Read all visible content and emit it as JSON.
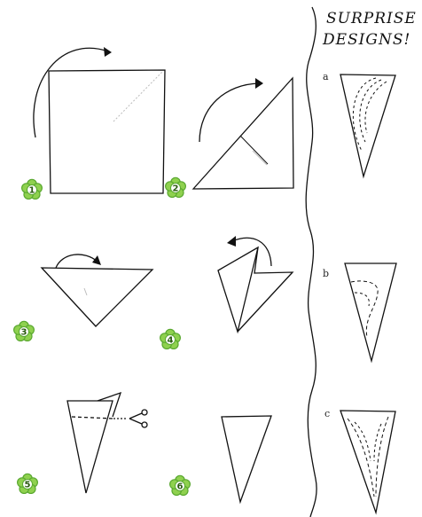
{
  "title_line1": "SURPRISE",
  "title_line2": "DESIGNS!",
  "steps": [
    {
      "number": "1"
    },
    {
      "number": "2"
    },
    {
      "number": "3"
    },
    {
      "number": "4"
    },
    {
      "number": "5"
    },
    {
      "number": "6"
    }
  ],
  "designs": [
    {
      "label": "a"
    },
    {
      "label": "b"
    },
    {
      "label": "c"
    }
  ],
  "colors": {
    "line": "#111111",
    "flower_fill": "#ffffff",
    "flower_stroke": "#5aa830",
    "flower_center": "#8fd14f",
    "crease": "#bbbbbb"
  }
}
